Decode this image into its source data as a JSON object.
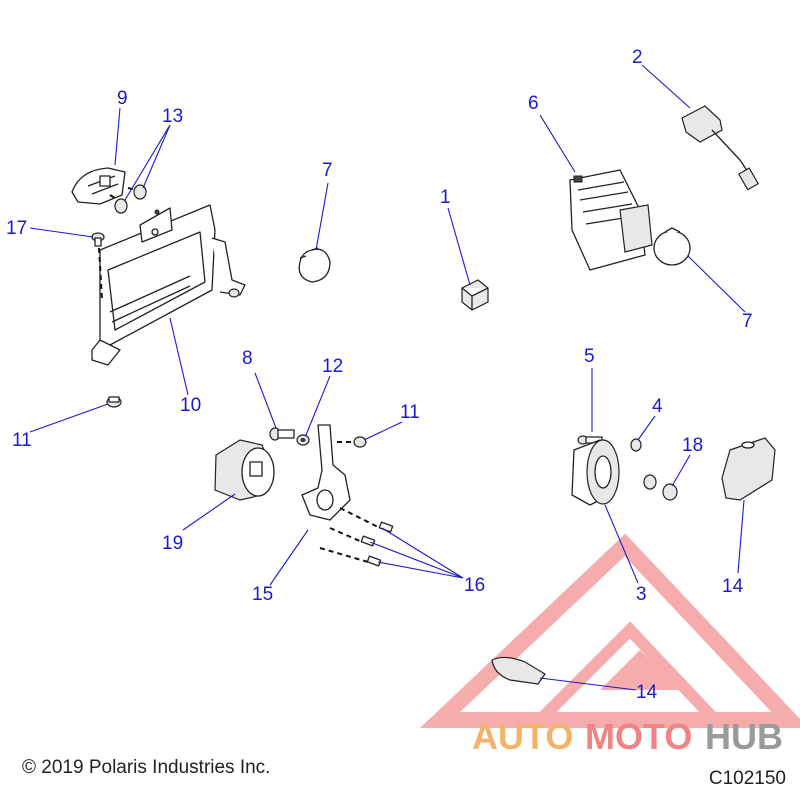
{
  "callouts": {
    "c1": "1",
    "c2": "2",
    "c3": "3",
    "c4": "4",
    "c5": "5",
    "c6": "6",
    "c7a": "7",
    "c7b": "7",
    "c8": "8",
    "c9": "9",
    "c10": "10",
    "c11a": "11",
    "c11b": "11",
    "c12": "12",
    "c13": "13",
    "c14a": "14",
    "c14b": "14",
    "c15": "15",
    "c16": "16",
    "c17": "17",
    "c18": "18",
    "c19": "19"
  },
  "footer": {
    "copyright": "© 2019 Polaris Industries Inc.",
    "figure_id": "C102150"
  },
  "watermark": {
    "part1": "AUTO",
    "part2": "MOTO",
    "part3": "HUB",
    "color_primary": "#f08080",
    "color_secondary": "#f2b870",
    "color_tertiary": "#9a9a9a"
  },
  "colors": {
    "callout": "#1a1acc",
    "line_art": "#222222"
  }
}
